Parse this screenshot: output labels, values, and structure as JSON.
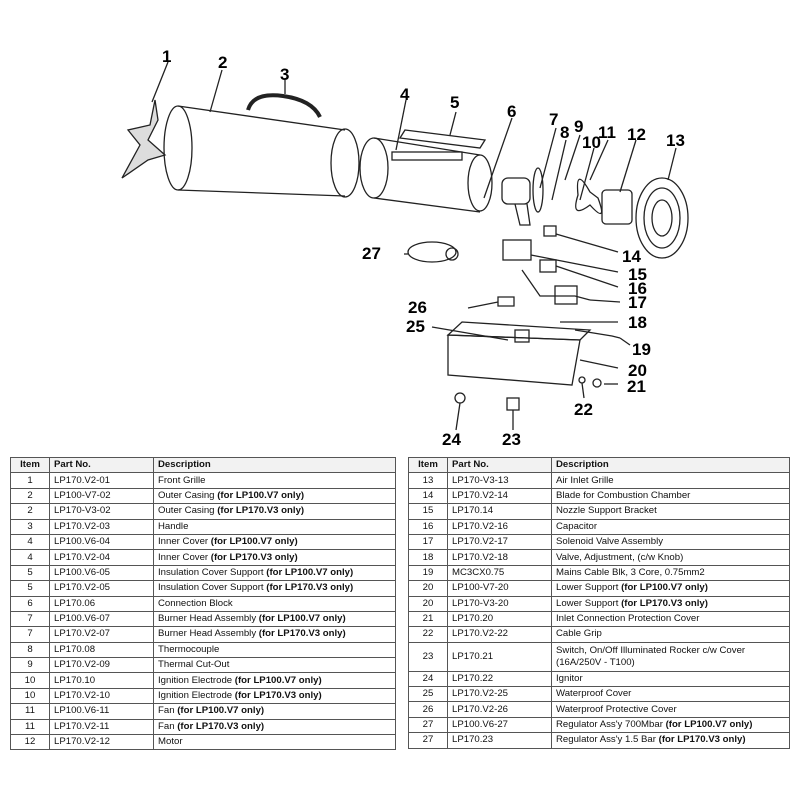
{
  "callouts": [
    "1",
    "2",
    "3",
    "4",
    "5",
    "6",
    "7",
    "8",
    "9",
    "10",
    "11",
    "12",
    "13",
    "14",
    "15",
    "16",
    "17",
    "18",
    "19",
    "20",
    "21",
    "22",
    "23",
    "24",
    "25",
    "26",
    "27"
  ],
  "table": {
    "headers": {
      "item": "Item",
      "part": "Part No.",
      "description": "Description"
    },
    "left": [
      {
        "item": "1",
        "part": "LP170.V2-01",
        "desc": "Front Grille",
        "bold": ""
      },
      {
        "item": "2",
        "part": "LP100-V7-02",
        "desc": "Outer Casing ",
        "bold": "(for LP100.V7 only)"
      },
      {
        "item": "2",
        "part": "LP170-V3-02",
        "desc": "Outer Casing ",
        "bold": "(for LP170.V3 only)"
      },
      {
        "item": "3",
        "part": "LP170.V2-03",
        "desc": "Handle",
        "bold": ""
      },
      {
        "item": "4",
        "part": "LP100.V6-04",
        "desc": "Inner Cover ",
        "bold": "(for LP100.V7 only)"
      },
      {
        "item": "4",
        "part": "LP170.V2-04",
        "desc": "Inner Cover ",
        "bold": "(for LP170.V3 only)"
      },
      {
        "item": "5",
        "part": "LP100.V6-05",
        "desc": "Insulation Cover Support  ",
        "bold": "(for LP100.V7 only)"
      },
      {
        "item": "5",
        "part": "LP170.V2-05",
        "desc": "Insulation Cover Support ",
        "bold": "(for LP170.V3 only)"
      },
      {
        "item": "6",
        "part": "LP170.06",
        "desc": "Connection Block",
        "bold": ""
      },
      {
        "item": "7",
        "part": "LP100.V6-07",
        "desc": "Burner Head Assembly ",
        "bold": "(for LP100.V7 only)"
      },
      {
        "item": "7",
        "part": "LP170.V2-07",
        "desc": "Burner Head Assembly ",
        "bold": "(for LP170.V3 only)"
      },
      {
        "item": "8",
        "part": "LP170.08",
        "desc": "Thermocouple",
        "bold": ""
      },
      {
        "item": "9",
        "part": "LP170.V2-09",
        "desc": "Thermal Cut-Out",
        "bold": ""
      },
      {
        "item": "10",
        "part": "LP170.10",
        "desc": "Ignition Electrode ",
        "bold": "(for LP100.V7 only)"
      },
      {
        "item": "10",
        "part": "LP170.V2-10",
        "desc": "Ignition Electrode ",
        "bold": "(for LP170.V3 only)"
      },
      {
        "item": "11",
        "part": "LP100.V6-11",
        "desc": "Fan ",
        "bold": "(for LP100.V7 only)"
      },
      {
        "item": "11",
        "part": "LP170.V2-11",
        "desc": "Fan ",
        "bold": "(for LP170.V3 only)"
      },
      {
        "item": "12",
        "part": "LP170.V2-12",
        "desc": "Motor",
        "bold": ""
      }
    ],
    "right": [
      {
        "item": "13",
        "part": "LP170-V3-13",
        "desc": "Air Inlet Grille",
        "bold": ""
      },
      {
        "item": "14",
        "part": "LP170.V2-14",
        "desc": "Blade for Combustion Chamber",
        "bold": ""
      },
      {
        "item": "15",
        "part": "LP170.14",
        "desc": "Nozzle Support Bracket",
        "bold": ""
      },
      {
        "item": "16",
        "part": "LP170.V2-16",
        "desc": "Capacitor",
        "bold": ""
      },
      {
        "item": "17",
        "part": "LP170.V2-17",
        "desc": "Solenoid Valve Assembly",
        "bold": ""
      },
      {
        "item": "18",
        "part": "LP170.V2-18",
        "desc": "Valve, Adjustment, (c/w Knob)",
        "bold": ""
      },
      {
        "item": "19",
        "part": "MC3CX0.75",
        "desc": "Mains Cable Blk, 3 Core, 0.75mm2",
        "bold": ""
      },
      {
        "item": "20",
        "part": "LP100-V7-20",
        "desc": "Lower Support ",
        "bold": "(for LP100.V7 only)"
      },
      {
        "item": "20",
        "part": "LP170-V3-20",
        "desc": "Lower Support ",
        "bold": "(for LP170.V3 only)"
      },
      {
        "item": "21",
        "part": "LP170.20",
        "desc": "Inlet Connection Protection Cover",
        "bold": ""
      },
      {
        "item": "22",
        "part": "LP170.V2-22",
        "desc": "Cable Grip",
        "bold": ""
      },
      {
        "item": "23",
        "part": "LP170.21",
        "desc": "Switch, On/Off Illuminated Rocker c/w Cover (16A/250V - T100)",
        "bold": "",
        "wrap": true
      },
      {
        "item": "24",
        "part": "LP170.22",
        "desc": "Ignitor",
        "bold": ""
      },
      {
        "item": "25",
        "part": "LP170.V2-25",
        "desc": "Waterproof Cover",
        "bold": ""
      },
      {
        "item": "26",
        "part": "LP170.V2-26",
        "desc": "Waterproof Protective Cover",
        "bold": ""
      },
      {
        "item": "27",
        "part": "LP100.V6-27",
        "desc": "Regulator Ass'y 700Mbar ",
        "bold": "(for LP100.V7 only)"
      },
      {
        "item": "27",
        "part": "LP170.23",
        "desc": "Regulator Ass'y 1.5 Bar ",
        "bold": "(for LP170.V3 only)"
      }
    ]
  }
}
